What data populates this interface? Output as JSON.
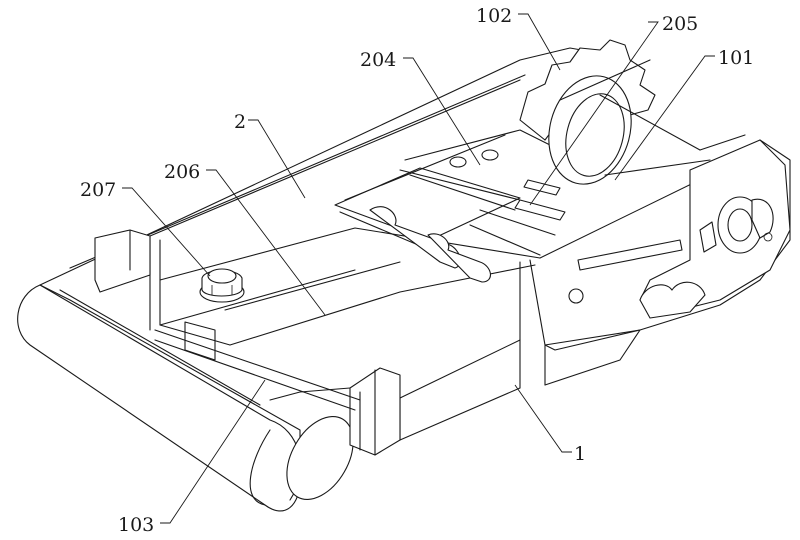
{
  "labels": {
    "l102": "102",
    "l205": "205",
    "l204": "204",
    "l101": "101",
    "l2": "2",
    "l206": "206",
    "l207": "207",
    "l1": "1",
    "l103": "103"
  },
  "colors": {
    "line": "#1a1a1a",
    "background": "#ffffff"
  }
}
